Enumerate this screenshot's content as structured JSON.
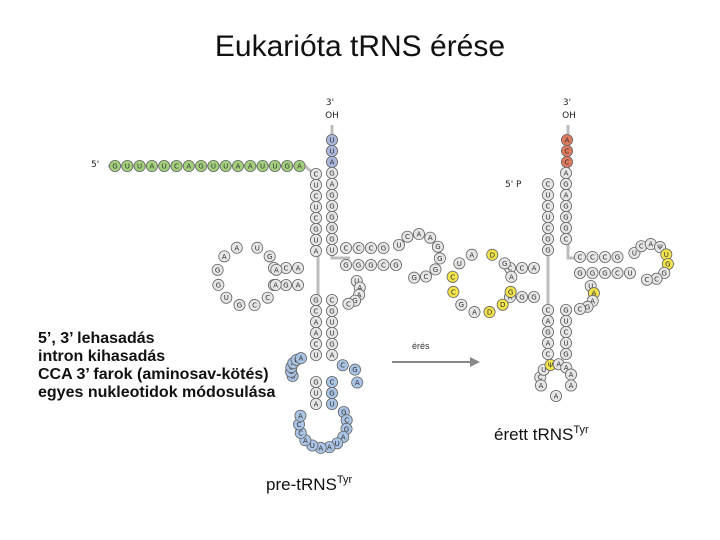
{
  "title": "Eukarióta tRNS érése",
  "steps": [
    "5’, 3’ lehasadás",
    "intron kihasadás",
    "CCA 3’ farok (aminosav-kötés)",
    "egyes nukleotidok módosulása"
  ],
  "arrow_label": "érés",
  "pre_trna": {
    "caption": "pre-tRNS",
    "caption_sup": "Tyr",
    "three_prime_label": "3'",
    "oh_label": "OH",
    "five_prime_label": "5'",
    "leader_sequence": [
      "G",
      "U",
      "U",
      "A",
      "U",
      "C",
      "A",
      "G",
      "U",
      "U",
      "A",
      "A",
      "U",
      "U",
      "G",
      "A"
    ],
    "trailer_sequence": [
      "U",
      "U",
      "A"
    ],
    "acceptor_left": [
      "C",
      "U",
      "C",
      "U",
      "C",
      "G",
      "U",
      "A"
    ],
    "acceptor_right": [
      "G",
      "A",
      "G",
      "G",
      "G",
      "G",
      "G",
      "U"
    ],
    "dhu_loop": [
      "U",
      "G",
      "A",
      "A",
      "C",
      "C",
      "G",
      "U",
      "G",
      "G",
      "A",
      "A",
      "U",
      "A"
    ],
    "anticodon_stem": [
      "G",
      "C",
      "A",
      "A",
      "C",
      "U"
    ],
    "anticodon_stem_pair": [
      "C",
      "G",
      "U",
      "U",
      "G",
      "A"
    ],
    "intron_loop": [
      "G",
      "C",
      "G",
      "A",
      "U",
      "A",
      "A",
      "U",
      "A",
      "C",
      "C",
      "A"
    ],
    "t_loop": [
      "C",
      "C",
      "C",
      "G",
      "U",
      "C",
      "A",
      "A",
      "G",
      "G",
      "G",
      "C",
      "G"
    ]
  },
  "mature_trna": {
    "caption": "érett tRNS",
    "caption_sup": "Tyr",
    "three_prime_label": "3'",
    "oh_label": "OH",
    "five_prime_label": "5' P",
    "cca_tail": [
      "A",
      "C",
      "C"
    ],
    "acceptor_left": [
      "C",
      "U",
      "C",
      "U",
      "C",
      "G",
      "G"
    ],
    "acceptor_right": [
      "A",
      "G",
      "A",
      "G",
      "G",
      "G",
      "C"
    ],
    "dhu_loop": [
      "D",
      "G",
      "A",
      "G",
      "D",
      "D",
      "A",
      "G",
      "C",
      "C",
      "U",
      "A",
      "G",
      "A"
    ],
    "anticodon_stem": [
      "C",
      "A",
      "G",
      "A",
      "C"
    ],
    "anticodon_stem_pair": [
      "G",
      "U",
      "C",
      "U",
      "G"
    ],
    "anticodon_loop": [
      "C",
      "U",
      "Ψ",
      "A",
      "A",
      "A"
    ],
    "t_loop": [
      "C",
      "C",
      "C",
      "G",
      "U",
      "C",
      "A",
      "Ψ",
      "U",
      "G",
      "G",
      "C",
      "C"
    ]
  },
  "colors": {
    "leader": "#a3d07c",
    "trailer": "#aab6dc",
    "cca": "#e07a5f",
    "intron": "#aac4e6",
    "modified": "#f2e34a",
    "body": "#e6e6e6",
    "arrow": "#888888"
  }
}
